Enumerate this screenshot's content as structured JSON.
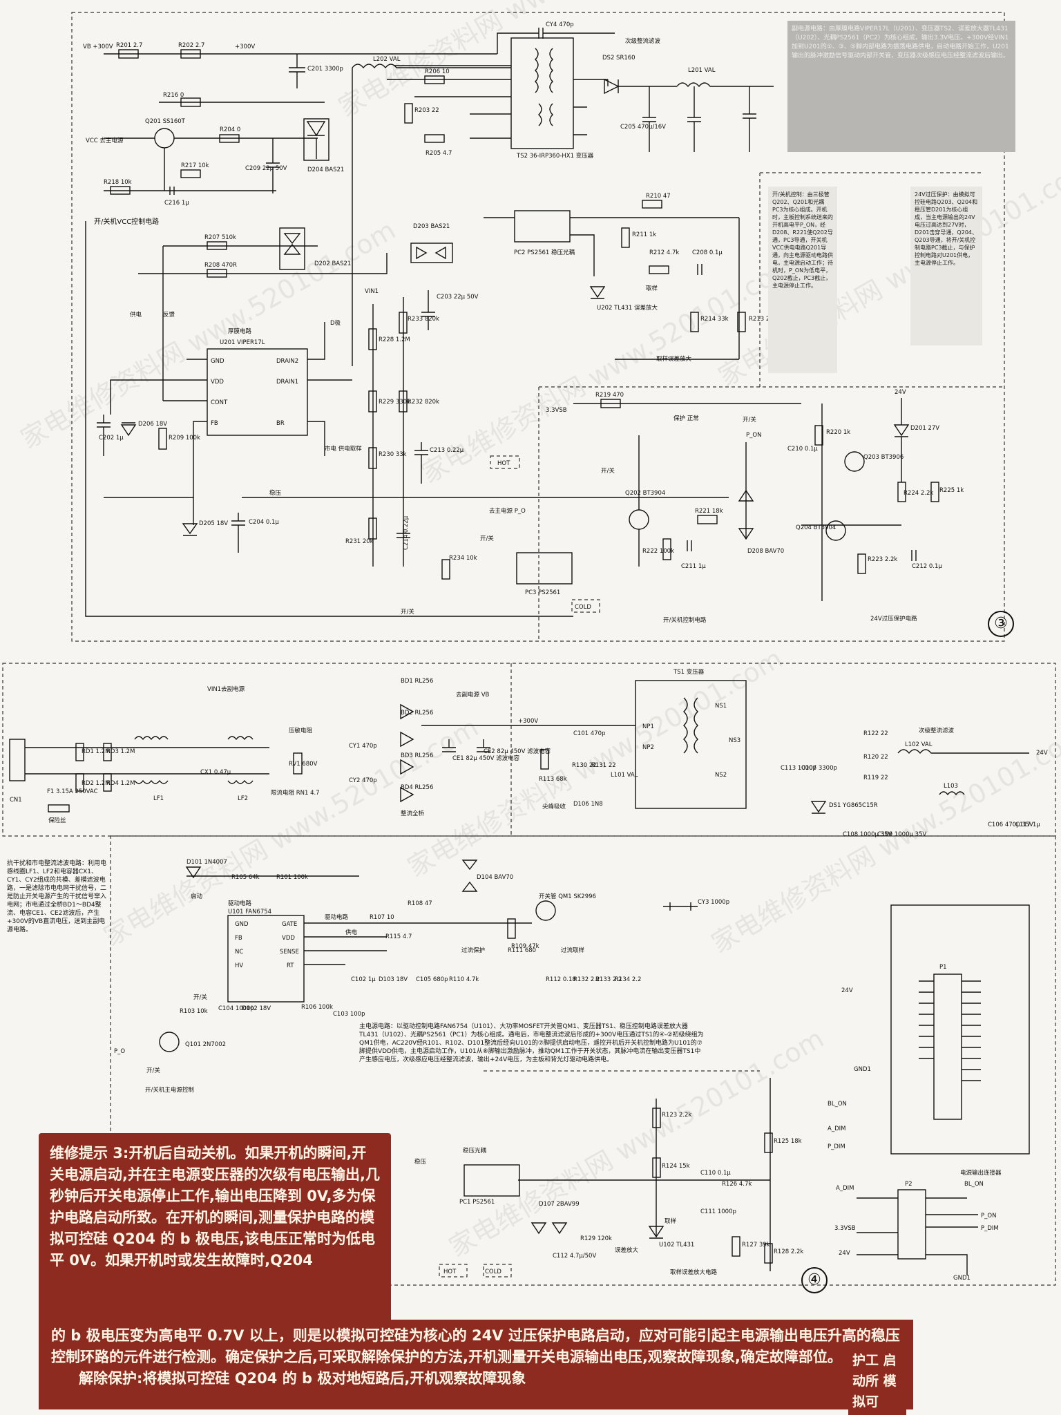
{
  "watermark": "家电维修资料网 www.520101.com",
  "diagram3": {
    "circle": "③",
    "labels": {
      "vb": "VB +300V",
      "r201": "R201 2.7",
      "r202": "R202 2.7",
      "v300": "+300V",
      "cy4": "CY4 470p",
      "cy4_note": "次级整流滤波",
      "c201": "C201 3300p",
      "l202": "L202 VAL",
      "r206": "R206 10",
      "r203": "R203 22",
      "r205": "R205 4.7",
      "ts2": "TS2 36-IRP360-HX1 变压器",
      "ds2": "DS2 SR160",
      "l201": "L201 VAL",
      "c205": "C205 470μ/16V",
      "r216": "R216 0",
      "q201": "Q201 SS160T",
      "r204": "R204 0",
      "vcc": "VCC 去主电源",
      "r217": "R217 10k",
      "c209": "C209 22μ 50V",
      "d204": "D204 BAS21",
      "r218": "R218 10k",
      "c216": "C216 1μ",
      "vcc_ctrl": "开/关机VCC控制电路",
      "pc2": "PC2 PS2561 稳压光耦",
      "r210": "R210 47",
      "r211": "R211 1k",
      "r212": "R212 4.7k",
      "c208": "C208 0.1μ",
      "u202": "U202 TL431 误差放大",
      "quyang": "取样",
      "r214": "R214 33k",
      "r213": "R213 2.2k",
      "err_amp": "取样误差放大",
      "r207": "R207 510k",
      "d202": "D202 BAS21",
      "d203": "D203 BAS21",
      "r208": "R208 470R",
      "vin1": "VIN1",
      "c203": "C203 22μ 50V",
      "gongdian": "供电",
      "fankui": "反馈",
      "djiji": "D极",
      "thick": "厚膜电路",
      "u201": "U201 VIPER17L",
      "r228": "R228 1.2M",
      "r233": "R233 820k",
      "r229": "R229 330k",
      "r232": "R232 820k",
      "c202": "C202 1μ",
      "d206": "D206 18V",
      "r209": "R209 100k",
      "r230": "R230 33k",
      "c213": "C213 0.22μ",
      "sample": "市电 供电取样",
      "hot": "HOT",
      "wenya": "稳压",
      "d205": "D205 18V",
      "c204": "C204 0.1μ",
      "r231": "R231 20k",
      "c214": "C214 0.22μ",
      "r234": "R234 10k",
      "pc3": "PC3 PS2561",
      "cold": "COLD",
      "kaiguan": "开/关",
      "po": "去主电源 P_O",
      "vsb": "3.3VSB",
      "r219": "R219 470",
      "baohu": "保护 正常",
      "q202": "Q202 BT3904",
      "r221": "R221 18k",
      "r222": "R222 100k",
      "c211": "C211 1μ",
      "d208": "D208 BAV70",
      "onoff_ctrl": "开/关机控制电路",
      "pon": "P_ON",
      "c210": "C210 0.1μ",
      "r220": "R220 1k",
      "q203": "Q203 BT3906",
      "q204": "Q204 BT3904",
      "r223": "R223 2.2k",
      "c212": "C212 0.1μ",
      "r224": "R224 2.2k",
      "r225": "R225 1k",
      "d201": "D201 27V",
      "v24": "24V",
      "ovp": "24V过压保护电路"
    },
    "note_top": "副电源电路：由厚膜电路VIPER17L（U201）、变压器TS2、误差放大器TL431（U202）、光耦PS2561（PC2）为核心组成，输出3.3V电压。+300V经VIN1加到U201的①、③、⑤脚内部电路为振荡电路供电，启动电路开始工作，U201输出的脉冲激励信号驱动内部开关管，变压器次级感应电压经整流滤波后输出。",
    "note_24v": "24V过压保护：由模拟可控硅电路Q203、Q204和稳压管D201为核心组成，当主电源输出的24V电压过高达到27V时，D201击穿导通，Q204、Q203导通，将开/关机控制电路PC3截止，与保护控制电路对U201供电，主电源停止工作。",
    "note_ctrl": "开/关机控制：由三极管Q202、Q201和光耦PC3为核心组成。开机时，主板控制系统送来的开机高电平P_ON，经D208、R221使Q202导通，PC3导通，开关机VCC供电电路Q201导通，向主电源驱动电路供电，主电源启动工作；待机时，P_ON为低电平，Q202截止，PC3截止，主电源停止工作。"
  },
  "diagram4": {
    "circle": "④",
    "labels": {
      "cn1": "CN1",
      "f1": "F1 3.15A 250VAC",
      "fuse": "保险丝",
      "rd1": "RD1 1.2M",
      "rd2": "RD2 1.2M",
      "rd3": "RD3 1.2M",
      "rd4": "RD4 1.2M",
      "cx1": "CX1 0.47μ",
      "lf1": "LF1",
      "lf2": "LF2",
      "vin1": "VIN1去副电源",
      "yajian": "压敏电阻",
      "rv1": "RV1 680V",
      "cy1": "CY1 470p",
      "cy2": "CY2 470p",
      "xianliu": "限流电阻 RN1 4.7",
      "bd1": "BD1 RL256",
      "bd2": "BD2 RL256",
      "bd3": "BD3 RL256",
      "bd4": "BD4 RL256",
      "bridge": "整流全桥",
      "vb": "去副电源 VB",
      "ce1": "CE1 82μ 450V 滤波电容",
      "ce2": "CE2 82μ 450V 滤波电容",
      "v300": "+300V",
      "c101": "C101 470p",
      "r113": "R113 68k",
      "r130": "R130 22",
      "r131": "R131 22",
      "l101": "L101 VAL",
      "jianfeng": "尖峰吸收",
      "d106": "D106 1N8",
      "ts1": "TS1 变压器",
      "np1": "NP1",
      "np2": "NP2",
      "ns1": "NS1",
      "ns2": "NS2",
      "ns3": "NS3",
      "r122": "R122 22",
      "r120": "R120 22",
      "r119": "R119 22",
      "l102": "L102 VAL",
      "c113": "C113 1000p",
      "c107": "C107 3300p",
      "ds1": "DS1 YG865C15R",
      "c108": "C108 1000μ 35V",
      "c109": "C109 1000μ 35V",
      "l103": "L103",
      "c106": "C106 470μ 35V",
      "c117": "C117 1μ",
      "v24": "24V",
      "sec_note": "次级整流滤波",
      "d101": "D101 1N4007",
      "qidong": "启动",
      "r105": "R105 64k",
      "r101": "R101 100k",
      "d104": "D104 BAV70",
      "qudong": "驱动电路",
      "u101": "U101 FAN6754",
      "r108": "R108 47",
      "r107": "R107 10",
      "kaiguanguan": "开关管 QM1 SK2996",
      "r109": "R109 47k",
      "gongdian": "供电",
      "r115": "R115 4.7",
      "guoliu": "过流保护",
      "r111": "R111 680",
      "guoliu_quyang": "过流取样",
      "c102": "C102 1μ",
      "d103": "D103 18V",
      "c105": "C105 680p",
      "r110": "R110 4.7k",
      "r112": "R112 0.18",
      "r132": "R132 2.2",
      "r133": "R133 2.2",
      "r134": "R134 2.2",
      "r103": "R103 10k",
      "c104": "C104 1000p",
      "d102": "D102 18V",
      "r106": "R106 100k",
      "c103": "C103 100p",
      "q101": "Q101 2N7002",
      "po": "P_O",
      "kaiguanji": "开/关",
      "main_ctrl": "开/关机主电源控制",
      "cy3": "CY3 1000p",
      "wenya_pc": "稳压光耦",
      "pc1": "PC1 PS2561",
      "wenya": "稳压",
      "r123": "R123 2.2k",
      "r124": "R124 15k",
      "r125": "R125 18k",
      "c110": "C110 0.1μ",
      "r126": "R126 4.7k",
      "c111": "C111 1000p",
      "d107": "D107 2BAV99",
      "r129": "R129 120k",
      "c112": "C112 4.7μ/50V",
      "u102": "U102 TL431",
      "wucha": "误差放大",
      "quyang": "取样",
      "r127": "R127 39k",
      "r128": "R128 2.2k",
      "err_circuit": "取样误差放大电路",
      "hot": "HOT",
      "cold": "COLD",
      "p1": "P1",
      "bl_on": "BL_ON",
      "a_dim": "A_DIM",
      "p_dim": "P_DIM",
      "gnd1": "GND1",
      "conn": "电源输出连接器",
      "p2": "P2",
      "a_dim2": "A_DIM",
      "bl_on2": "BL_ON",
      "p_on": "P_ON",
      "p_dim2": "P_DIM",
      "vsb": "3.3VSB",
      "v24b": "24V",
      "gnd2": "GND1"
    },
    "note_emi": "抗干扰和市电整流滤波电路：利用电感线圈LF1、LF2和电容器CX1、CY1、CY2组成的共模、差模滤波电路，一是滤除市电电网干扰信号，二是防止开关电源产生的干扰信号窜入电网；市电通过全桥BD1～BD4整流、电容CE1、CE2滤波后，产生+300V的VB直流电压，送到主副电源电路。",
    "note_main": "主电源电路：以驱动控制电路FAN6754（U101）、大功率MOSFET开关管QM1、变压器TS1、稳压控制电路误差放大器TL431（U102）、光耦PS2561（PC1）为核心组成。通电后，市电整流滤波后形成的+300V电压通过TS1的④-②初级绕组为QM1供电，AC220V经R101、R102、D101整流后经向U101的⑦脚提供启动电压，遥控开机后开关机控制电路为U101的⑦脚提供VDD供电，主电源启动工作，U101从⑧脚输出激励脉冲，推动QM1工作于开关状态，其脉冲电流在输出变压器TS1中产生感应电压，次级感应电压经整流滤波，输出+24V电压，为主板和背光灯驱动电路供电。"
  },
  "tip": {
    "text1": "维修提示 3:开机后自动关机。如果开机的瞬间,开关电源启动,并在主电源变压器的次级有电压输出,几秒钟后开关电源停止工作,输出电压降到 0V,多为保护电路启动所致。在开机的瞬间,测量保护电路的模拟可控硅 Q204 的 b 极电压,该电压正常时为低电平 0V。如果开机时或发生故障时,Q204",
    "text2": "的 b 极电压变为高电平 0.7V 以上，则是以模拟可控硅为核心的 24V 过压保护电路启动，应对可能引起主电源输出电压升高的稳压控制环路的元件进行检测。确定保护之后,可采取解除保护的方法,开机测量开关电源输出电压,观察故障现象,确定故障部位。",
    "text3": "解除保护:将模拟可控硅 Q204 的 b 极对地短路后,开机观察故障现象",
    "side": "护工 启动所 模拟可"
  }
}
